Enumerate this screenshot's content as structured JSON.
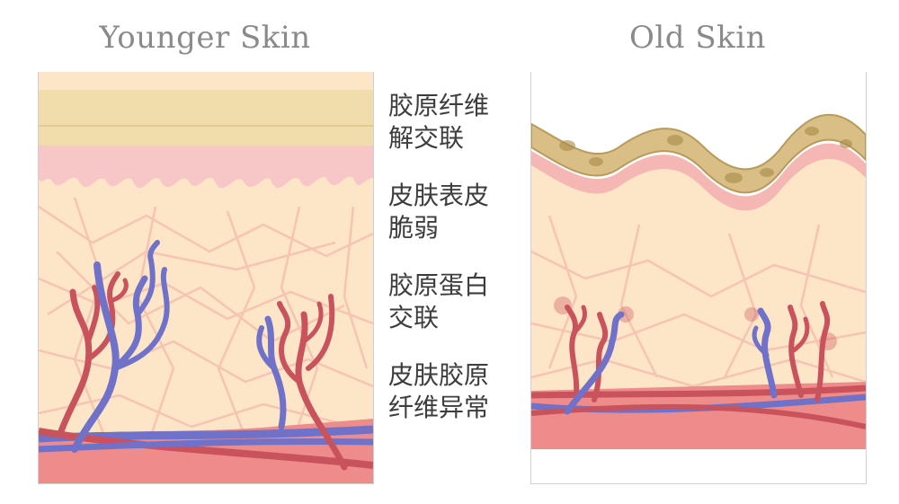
{
  "titles": {
    "left": "Younger Skin",
    "right": "Old Skin"
  },
  "labels": [
    "胶原纤维\n解交联",
    "皮肤表皮\n脆弱",
    "胶原蛋白\n交联",
    "皮肤胶原\n纤维异常"
  ],
  "colors": {
    "stratum": "#f1dcab",
    "epidermis_pink": "#f7c6c6",
    "dermis": "#fde5c8",
    "fiber": "#f6c0ad",
    "subcutis": "#ee8b8b",
    "artery": "#c9535d",
    "vein": "#6f72c8",
    "old_crust": "#d9bf86",
    "old_spot": "#a88a4a",
    "title_gray": "#8a8a8a"
  }
}
